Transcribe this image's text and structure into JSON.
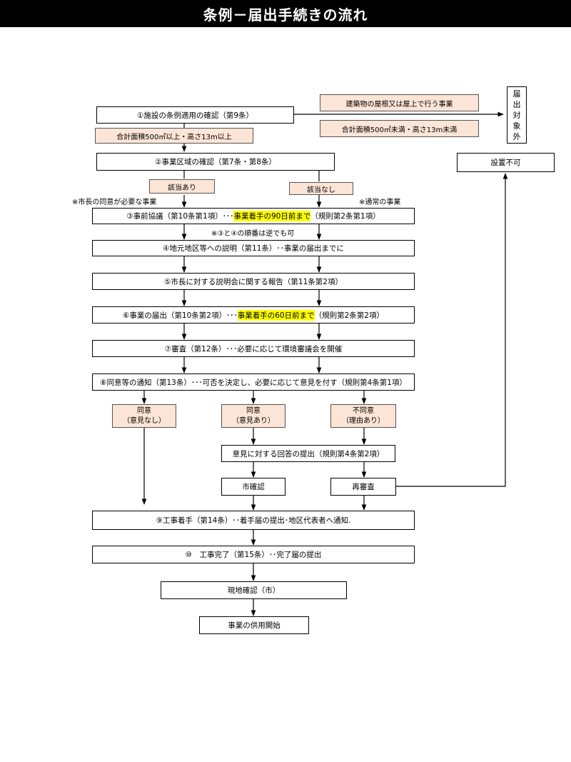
{
  "title": "条例－届出手続きの流れ",
  "steps": {
    "s1": "①施設の条例適用の確認（第9条）",
    "cond_area": "合計面積500㎡以上・高さ13m以上",
    "s2": "②事業区域の確認（第7条・第8条）",
    "applies": "該当あり",
    "not_applies": "該当なし",
    "s3_pre": "③事前協議（第10条第1項）･･･",
    "s3_hl": "事業着手の90日前まで",
    "s3_post": "（規則第2条第1項）",
    "s4": "④地元地区等への説明（第11条）･･事業の届出までに",
    "s5": "⑤市長に対する説明会に関する報告（第11条第2項）",
    "s6_pre": "⑥事業の届出（第10条第2項）･･･",
    "s6_hl": "事業着手の60日前まで",
    "s6_post": "（規則第2条第2項）",
    "s7": "⑦審査（第12条）･･･必要に応じて環境審議会を開催",
    "s8": "⑧同意等の通知（第13条）･･･可否を決定し、必要に応じて意見を付す（規則第4条第1項）",
    "agree_none_1": "同意",
    "agree_none_2": "（意見なし）",
    "agree_with_1": "同意",
    "agree_with_2": "（意見あり）",
    "disagree_1": "不同意",
    "disagree_2": "（理由あり）",
    "reply": "意見に対する回答の提出（規則第4条第2項）",
    "city_confirm": "市確認",
    "re_review": "再審査",
    "s9": "⑨工事着手（第14条）･･着手届の提出･地区代表者へ通知.",
    "s10": "⑩　工事完了（第15条）･･完了届の提出",
    "site_check": "現地確認（市）",
    "start_use": "事業の供用開始"
  },
  "side": {
    "rooftop": "建築物の屋根又は屋上で行う事業",
    "small": "合計面積500㎡未満・高さ13m未満",
    "exempt": [
      "届",
      "出",
      "対",
      "象",
      "外"
    ],
    "not_allowed": "設置不可"
  },
  "notes": {
    "mayor": "※市長の同意が必要な事業",
    "normal": "※通常の事業",
    "order": "※③と④の順番は逆でも可"
  },
  "colors": {
    "peach": "#fce4d6",
    "highlight": "#ffff00",
    "title_bg": "#000000"
  }
}
